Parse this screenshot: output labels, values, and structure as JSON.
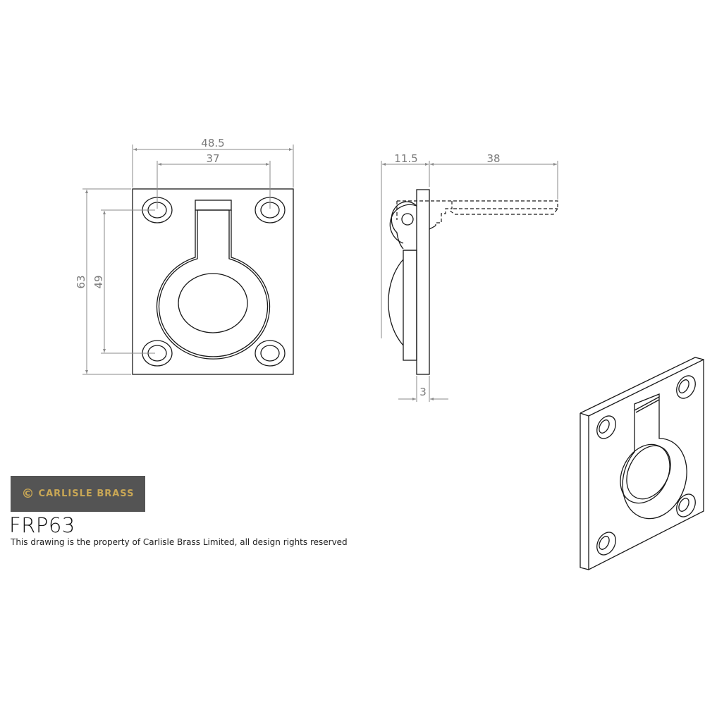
{
  "title_block": {
    "brand_icon": "carlisle-c-icon",
    "brand_mark": "©",
    "brand_name": "CARLISLE BRASS",
    "brand_bg_color": "#545454",
    "brand_text_color": "#c9a755",
    "product_code": "FRP63",
    "copyright": "This drawing is the property of Carlisle Brass Limited, all design rights reserved"
  },
  "front_view": {
    "dimensions": {
      "overall_width": "48.5",
      "hole_centres_horizontal": "37",
      "overall_height": "63",
      "hole_centres_vertical": "49"
    }
  },
  "side_view": {
    "dimensions": {
      "ring_projection": "11.5",
      "ring_extended": "38",
      "plate_thickness": "3"
    }
  },
  "isometric_view": {
    "label": "isometric-view"
  }
}
